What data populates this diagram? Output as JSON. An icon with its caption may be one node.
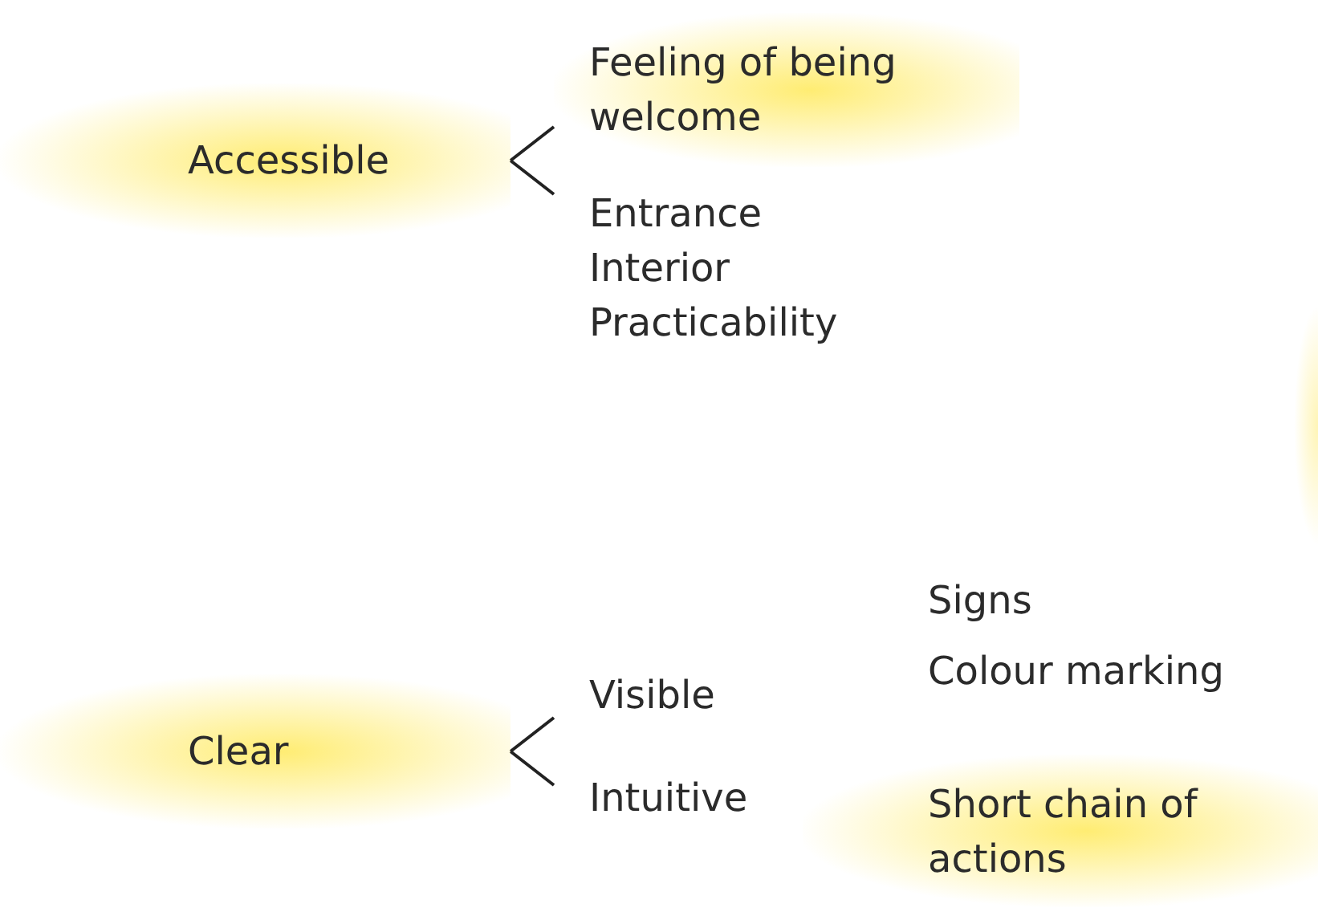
{
  "diagram": {
    "nodes": [
      {
        "text": [
          "Accessible"
        ]
      },
      {
        "text": [
          "Feeling of being welcome"
        ]
      },
      {
        "text": [
          "Entrance Interior Practicability"
        ]
      },
      {
        "text": [
          "Clear"
        ]
      },
      {
        "text": [
          "Visible"
        ]
      },
      {
        "text": [
          "Intuitive"
        ]
      },
      {
        "text": [
          "Signs"
        ]
      },
      {
        "text": [
          "Colour marking"
        ]
      },
      {
        "text": [
          "Short chain of actions"
        ]
      }
    ],
    "edges": [
      {
        "from": 0,
        "to": 1,
        "arrow": "none"
      },
      {
        "from": 0,
        "to": 2,
        "arrow": "none"
      },
      {
        "from": 3,
        "to": 4,
        "arrow": "none"
      },
      {
        "from": 3,
        "to": 5,
        "arrow": "none"
      }
    ]
  }
}
